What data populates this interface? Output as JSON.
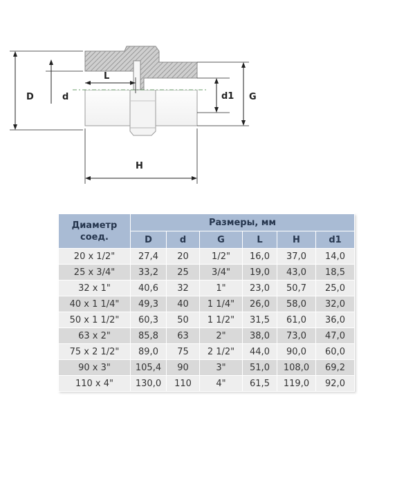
{
  "drawing": {
    "labels": {
      "D": "D",
      "d": "d",
      "L": "L",
      "d1": "d1",
      "G": "G",
      "H": "H"
    }
  },
  "table": {
    "diameter_header": "Диаметр соед.",
    "group_header": "Размеры, мм",
    "columns": [
      "D",
      "d",
      "G",
      "L",
      "H",
      "d1"
    ],
    "rows": [
      [
        "20 x 1/2\"",
        "27,4",
        "20",
        "1/2\"",
        "16,0",
        "37,0",
        "14,0"
      ],
      [
        "25 x 3/4\"",
        "33,2",
        "25",
        "3/4\"",
        "19,0",
        "43,0",
        "18,5"
      ],
      [
        "32 x 1\"",
        "40,6",
        "32",
        "1\"",
        "23,0",
        "50,7",
        "25,0"
      ],
      [
        "40 x 1 1/4\"",
        "49,3",
        "40",
        "1 1/4\"",
        "26,0",
        "58,0",
        "32,0"
      ],
      [
        "50 x 1 1/2\"",
        "60,3",
        "50",
        "1 1/2\"",
        "31,5",
        "61,0",
        "36,0"
      ],
      [
        "63 x 2\"",
        "85,8",
        "63",
        "2\"",
        "38,0",
        "73,0",
        "47,0"
      ],
      [
        "75 x 2 1/2\"",
        "89,0",
        "75",
        "2 1/2\"",
        "44,0",
        "90,0",
        "60,0"
      ],
      [
        "90 x 3\"",
        "105,4",
        "90",
        "3\"",
        "51,0",
        "108,0",
        "69,2"
      ],
      [
        "110 x 4\"",
        "130,0",
        "110",
        "4\"",
        "61,5",
        "119,0",
        "92,0"
      ]
    ]
  }
}
